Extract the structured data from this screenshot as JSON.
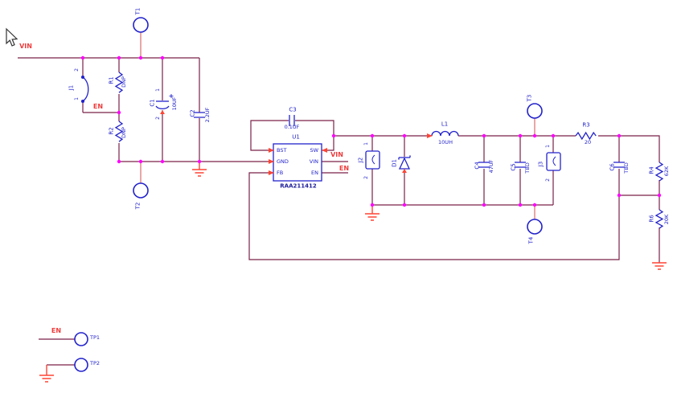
{
  "colors": {
    "wire": "#7a2148",
    "junction": "#ff00ff",
    "component_blue": "#2222cc",
    "net_label_red": "#f03c3c",
    "ground_red": "#ff4433",
    "testpoint_stem": "#e08080",
    "part_number_navy": "#1a1a99",
    "background": "#ffffff"
  },
  "net_labels": {
    "vin": "VIN",
    "en": "EN"
  },
  "components": {
    "j1": {
      "ref": "J1",
      "pin1": "1",
      "pin2": "2"
    },
    "r1": {
      "ref": "R1",
      "value": "DNP"
    },
    "r2": {
      "ref": "R2",
      "value": "DNP"
    },
    "c1": {
      "ref": "C1",
      "value": "10UF",
      "pin1": "1",
      "pin2": "2",
      "plus": "+"
    },
    "c2": {
      "ref": "C2",
      "value": "2.2UF"
    },
    "c3": {
      "ref": "C3",
      "value": "0.1UF"
    },
    "u1": {
      "ref": "U1",
      "part": "RAA211412",
      "pins_left": [
        "BST",
        "GND",
        "FB"
      ],
      "pins_right": [
        "SW",
        "VIN",
        "EN"
      ]
    },
    "j2": {
      "ref": "J2",
      "pin1": "1",
      "pin2": "2"
    },
    "d1": {
      "ref": "D1"
    },
    "l1": {
      "ref": "L1",
      "value": "10UH"
    },
    "c4": {
      "ref": "C4",
      "value": "47UF"
    },
    "c5": {
      "ref": "C5",
      "value": "TBD"
    },
    "j3": {
      "ref": "J3",
      "pin1": "1",
      "pin2": "2"
    },
    "r3": {
      "ref": "R3",
      "value": "20"
    },
    "c6": {
      "ref": "C6",
      "value": "TBD"
    },
    "r4": {
      "ref": "R4",
      "value": "62K"
    },
    "r6": {
      "ref": "R6",
      "value": "20K"
    }
  },
  "test_points": {
    "t1": "T1",
    "t2": "T2",
    "t3": "T3",
    "t4": "T4",
    "tp1": "TP1",
    "tp2": "TP2"
  }
}
